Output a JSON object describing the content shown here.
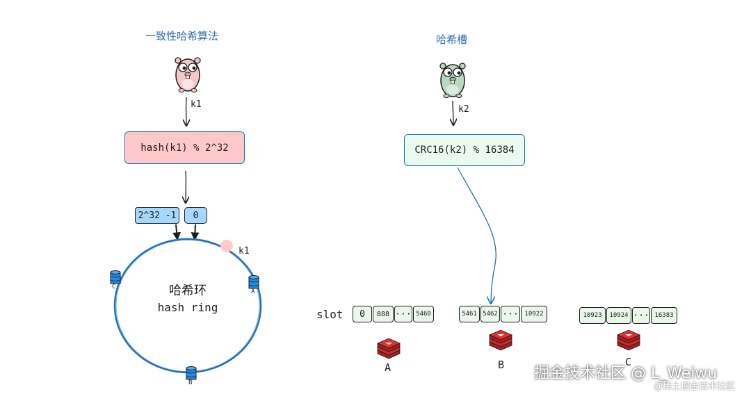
{
  "left": {
    "title": "一致性哈希算法",
    "key_label": "k1",
    "formula": "hash(k1) % 2^32",
    "range_max": "2^32 -1",
    "range_zero": "0",
    "ring_title_cn": "哈希环",
    "ring_title_en": "hash ring",
    "ring_point_label": "k1",
    "nodes": [
      "A",
      "B",
      "C"
    ]
  },
  "right": {
    "title": "哈希槽",
    "key_label": "k2",
    "formula": "CRC16(k2) % 16384",
    "slot_label": "slot",
    "groups": [
      {
        "node": "A",
        "cells": [
          "0",
          "888",
          "···",
          "5460"
        ]
      },
      {
        "node": "B",
        "cells": [
          "5461",
          "5462",
          "···",
          "10922"
        ]
      },
      {
        "node": "C",
        "cells": [
          "10923",
          "10924",
          "···",
          "16383"
        ]
      }
    ]
  },
  "watermark": {
    "main": "掘金技术社区 @ L_Weiwu",
    "sub": "@稀土掘金技术社区"
  },
  "colors": {
    "title": "#2f6fb3",
    "ring": "#1f6fbf",
    "formula_left_fill": "#ffc9c9",
    "formula_right_fill": "#ebfbee",
    "range_fill": "#a5d8ff",
    "gopher_pink": "#f7c6cc",
    "gopher_green": "#b9d8c0",
    "redis_red": "#c92a2a"
  }
}
